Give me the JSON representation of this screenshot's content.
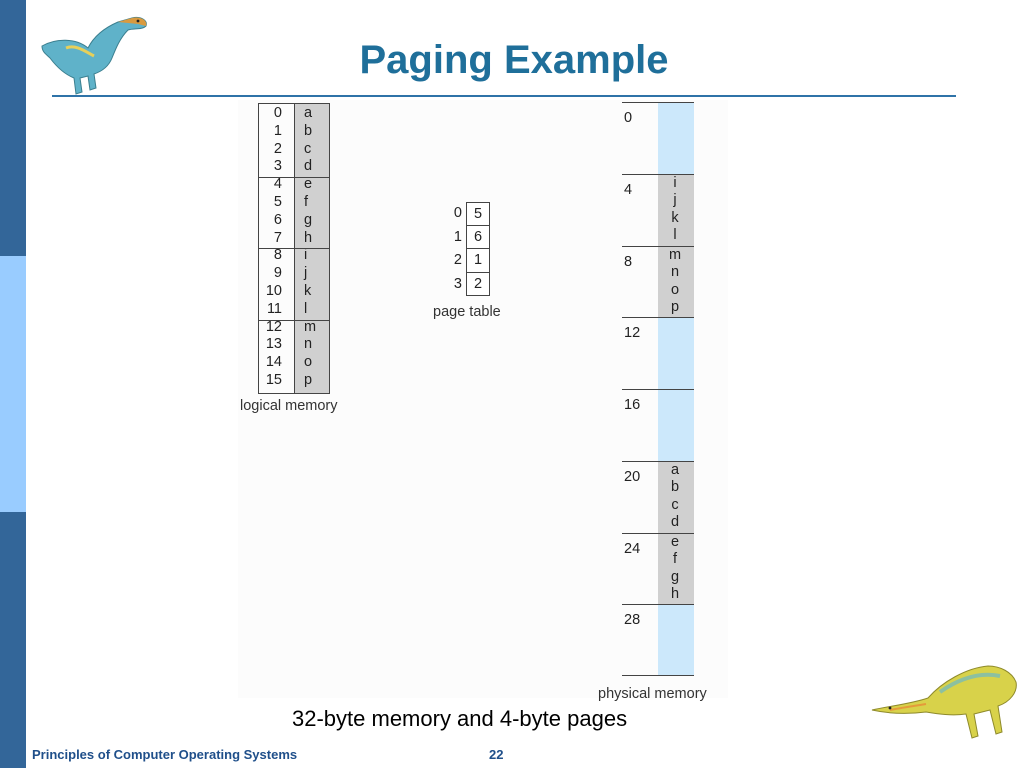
{
  "title": "Paging Example",
  "caption": "32-byte memory and 4-byte pages",
  "footer": {
    "course": "Principles of Computer Operating Systems",
    "page_number": "22"
  },
  "logical_memory": {
    "label": "logical memory",
    "entries": [
      {
        "index": "0",
        "value": "a"
      },
      {
        "index": "1",
        "value": "b"
      },
      {
        "index": "2",
        "value": "c"
      },
      {
        "index": "3",
        "value": "d"
      },
      {
        "index": "4",
        "value": "e"
      },
      {
        "index": "5",
        "value": "f"
      },
      {
        "index": "6",
        "value": "g"
      },
      {
        "index": "7",
        "value": "h"
      },
      {
        "index": "8",
        "value": "i"
      },
      {
        "index": "9",
        "value": "j"
      },
      {
        "index": "10",
        "value": "k"
      },
      {
        "index": "11",
        "value": "l"
      },
      {
        "index": "12",
        "value": "m"
      },
      {
        "index": "13",
        "value": "n"
      },
      {
        "index": "14",
        "value": "o"
      },
      {
        "index": "15",
        "value": "p"
      }
    ]
  },
  "page_table": {
    "label": "page table",
    "entries": [
      {
        "page": "0",
        "frame": "5"
      },
      {
        "page": "1",
        "frame": "6"
      },
      {
        "page": "2",
        "frame": "1"
      },
      {
        "page": "3",
        "frame": "2"
      }
    ]
  },
  "physical_memory": {
    "label": "physical memory",
    "frames": [
      {
        "address": "0",
        "contents": []
      },
      {
        "address": "4",
        "contents": [
          "i",
          "j",
          "k",
          "l"
        ]
      },
      {
        "address": "8",
        "contents": [
          "m",
          "n",
          "o",
          "p"
        ]
      },
      {
        "address": "12",
        "contents": []
      },
      {
        "address": "16",
        "contents": []
      },
      {
        "address": "20",
        "contents": [
          "a",
          "b",
          "c",
          "d"
        ]
      },
      {
        "address": "24",
        "contents": [
          "e",
          "f",
          "g",
          "h"
        ]
      },
      {
        "address": "28",
        "contents": []
      }
    ]
  },
  "colors": {
    "title": "#1f6f9a",
    "sidebar_dark": "#336699",
    "sidebar_light": "#99ccff",
    "empty_frame": "#cce8fb",
    "filled_cell": "#d0d0d0"
  }
}
